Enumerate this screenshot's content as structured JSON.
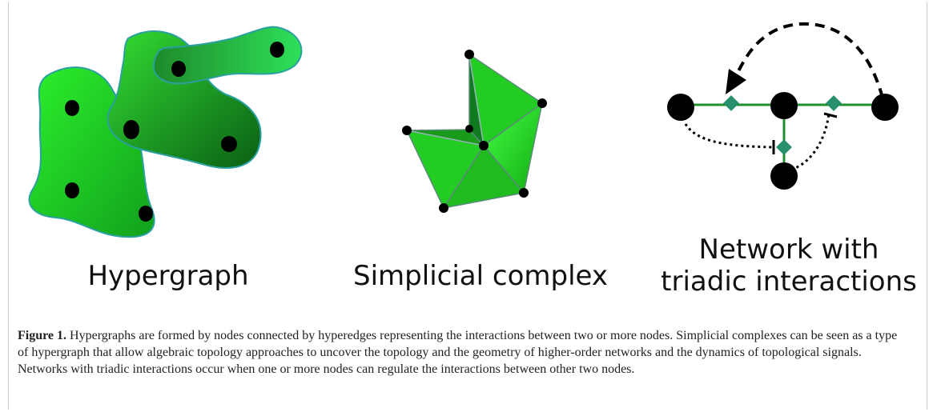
{
  "panels": {
    "hypergraph": "Hypergraph",
    "simplicial": "Simplicial complex",
    "network_line1": "Network with",
    "network_line2": "triadic interactions"
  },
  "caption": {
    "label": "Figure 1.",
    "text": " Hypergraphs are formed by nodes connected by hyperedges representing the interactions between two or more nodes. Simplicial complexes can be seen as a type of hypergraph that allow algebraic topology approaches to uncover the topology and the geometry of higher-order networks and the dynamics of topological signals. Networks with triadic interactions occur when one or more nodes can regulate the interactions between other two nodes."
  },
  "colors": {
    "green_light": "#22ee22",
    "green_dark": "#0a7a1a",
    "edge_green": "#1f8f2f",
    "diamond": "#27906a",
    "node": "#000000"
  }
}
